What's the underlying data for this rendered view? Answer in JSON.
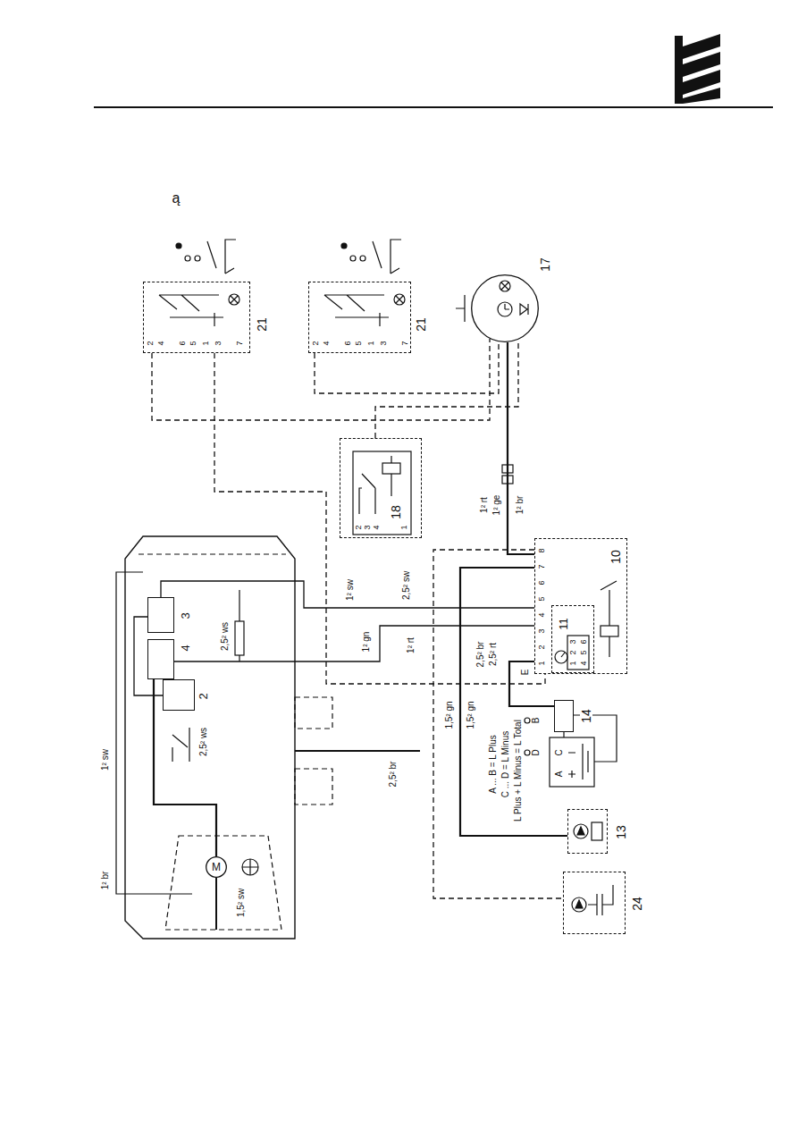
{
  "diagram": {
    "nodes": [
      {
        "text": [
          "21"
        ]
      },
      {
        "text": [
          "21"
        ]
      },
      {
        "text": [
          "17"
        ]
      },
      {
        "text": [
          "18"
        ]
      },
      {
        "text": [
          "10"
        ]
      },
      {
        "text": [
          "11"
        ],
        "in": 4
      },
      {
        "text": [
          "14"
        ]
      },
      {
        "text": [
          "13"
        ]
      },
      {
        "text": [
          "24"
        ]
      },
      {
        "text": [
          "3"
        ]
      },
      {
        "text": [
          "4"
        ]
      },
      {
        "text": [
          "2"
        ]
      },
      {
        "text": [
          "M"
        ]
      }
    ],
    "edges": [
      {
        "from": 0,
        "to": 2,
        "arrow": "none"
      },
      {
        "from": 1,
        "to": 2,
        "arrow": "none"
      },
      {
        "from": 3,
        "to": 2,
        "arrow": "none"
      },
      {
        "from": 2,
        "to": 4,
        "arrow": "none"
      },
      {
        "from": 4,
        "to": 6,
        "arrow": "none"
      },
      {
        "from": 4,
        "to": 7,
        "arrow": "none"
      },
      {
        "from": 4,
        "to": 8,
        "arrow": "none"
      },
      {
        "from": 4,
        "to": 9,
        "arrow": "none"
      },
      {
        "from": 4,
        "to": 10,
        "arrow": "none"
      },
      {
        "from": 9,
        "to": 11,
        "arrow": "none"
      },
      {
        "from": 10,
        "to": 12,
        "arrow": "none"
      },
      {
        "from": 0,
        "to": 4,
        "arrow": "none"
      }
    ],
    "labels": [
      "ą",
      "2",
      "4",
      "6",
      "5",
      "1",
      "3",
      "7",
      "2",
      "4",
      "6",
      "5",
      "1",
      "3",
      "7",
      "2",
      "3",
      "4",
      "1",
      "1",
      "2",
      "3",
      "4",
      "5",
      "6",
      "7",
      "8",
      "1",
      "2",
      "3",
      "4",
      "5",
      "6",
      "E",
      "B",
      "D",
      "C",
      "A",
      "A ... B = L Plus",
      "C ... D = L Minus",
      "L Plus + L Minus = L Total",
      "1² rt",
      "1² ge",
      "1² br",
      "1² sw",
      "2,5² sw",
      "1² gn",
      "1² rt",
      "2,5² ws",
      "2,5² ws",
      "1² sw",
      "1² br",
      "1,5² sw",
      "2,5² br",
      "1,5² gn",
      "1,5² gn",
      "2,5² br",
      "2,5² rt"
    ]
  }
}
